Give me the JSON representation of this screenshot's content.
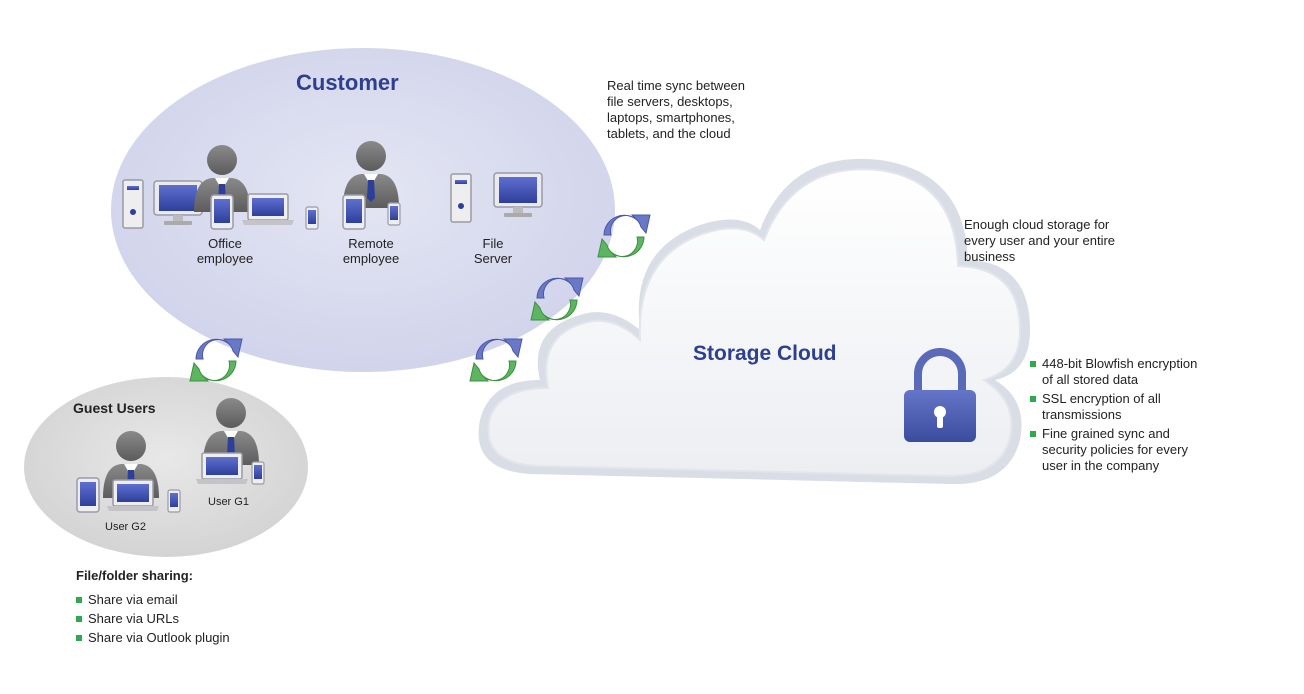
{
  "customer": {
    "title": "Customer",
    "groups": [
      {
        "label_line1": "Office",
        "label_line2": "employee"
      },
      {
        "label_line1": "Remote",
        "label_line2": "employee"
      },
      {
        "label_line1": "File",
        "label_line2": "Server"
      }
    ]
  },
  "guest": {
    "title": "Guest Users",
    "user_g1": "User G1",
    "user_g2": "User G2"
  },
  "sync_note": [
    "Real time sync between",
    "file servers, desktops,",
    "laptops, smartphones,",
    "tablets, and the cloud"
  ],
  "storage_note": [
    "Enough cloud storage for",
    "every user and your entire",
    "business"
  ],
  "cloud": {
    "title": "Storage Cloud"
  },
  "security_bullets": [
    [
      "448-bit Blowfish encryption",
      "of all stored data"
    ],
    [
      "SSL encryption of all",
      "transmissions"
    ],
    [
      "Fine grained sync and",
      "security policies for every",
      "user in the company"
    ]
  ],
  "sharing": {
    "title": "File/folder sharing:",
    "items": [
      "Share via email",
      "Share via URLs",
      "Share via Outlook plugin"
    ]
  },
  "colors": {
    "customer_fill": "#d6d9ee",
    "guest_fill": "#dcdcdc",
    "title_blue": "#2e3f8f",
    "sync_blue": "#6a78c8",
    "sync_green": "#4faa55",
    "bullet_green": "#2fa84f",
    "lock_blue": "#4a5bb0"
  },
  "icons": [
    "tower-pc-icon",
    "monitor-icon",
    "person-icon",
    "tablet-icon",
    "laptop-icon",
    "smartphone-icon",
    "sync-arrows-icon",
    "padlock-icon",
    "cloud-icon"
  ]
}
